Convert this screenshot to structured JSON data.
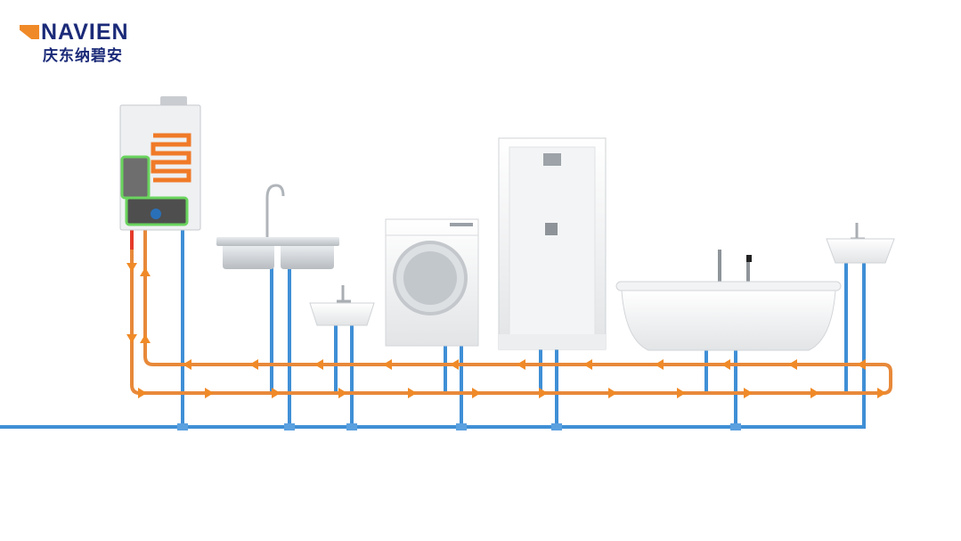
{
  "brand": {
    "name": "NAVIEN",
    "chinese_name": "庆东纳碧安",
    "colors": {
      "primary": "#1b2a78",
      "accent": "#f08a28"
    }
  },
  "diagram": {
    "hot_pipe_color": "#e8893a",
    "cold_pipe_color": "#3f8fd6",
    "heater_highlight_color": "#5fd35a",
    "fixtures": [
      "water-heater",
      "kitchen-sink",
      "small-sink",
      "washing-machine",
      "shower",
      "bathtub",
      "bathroom-sink"
    ]
  }
}
